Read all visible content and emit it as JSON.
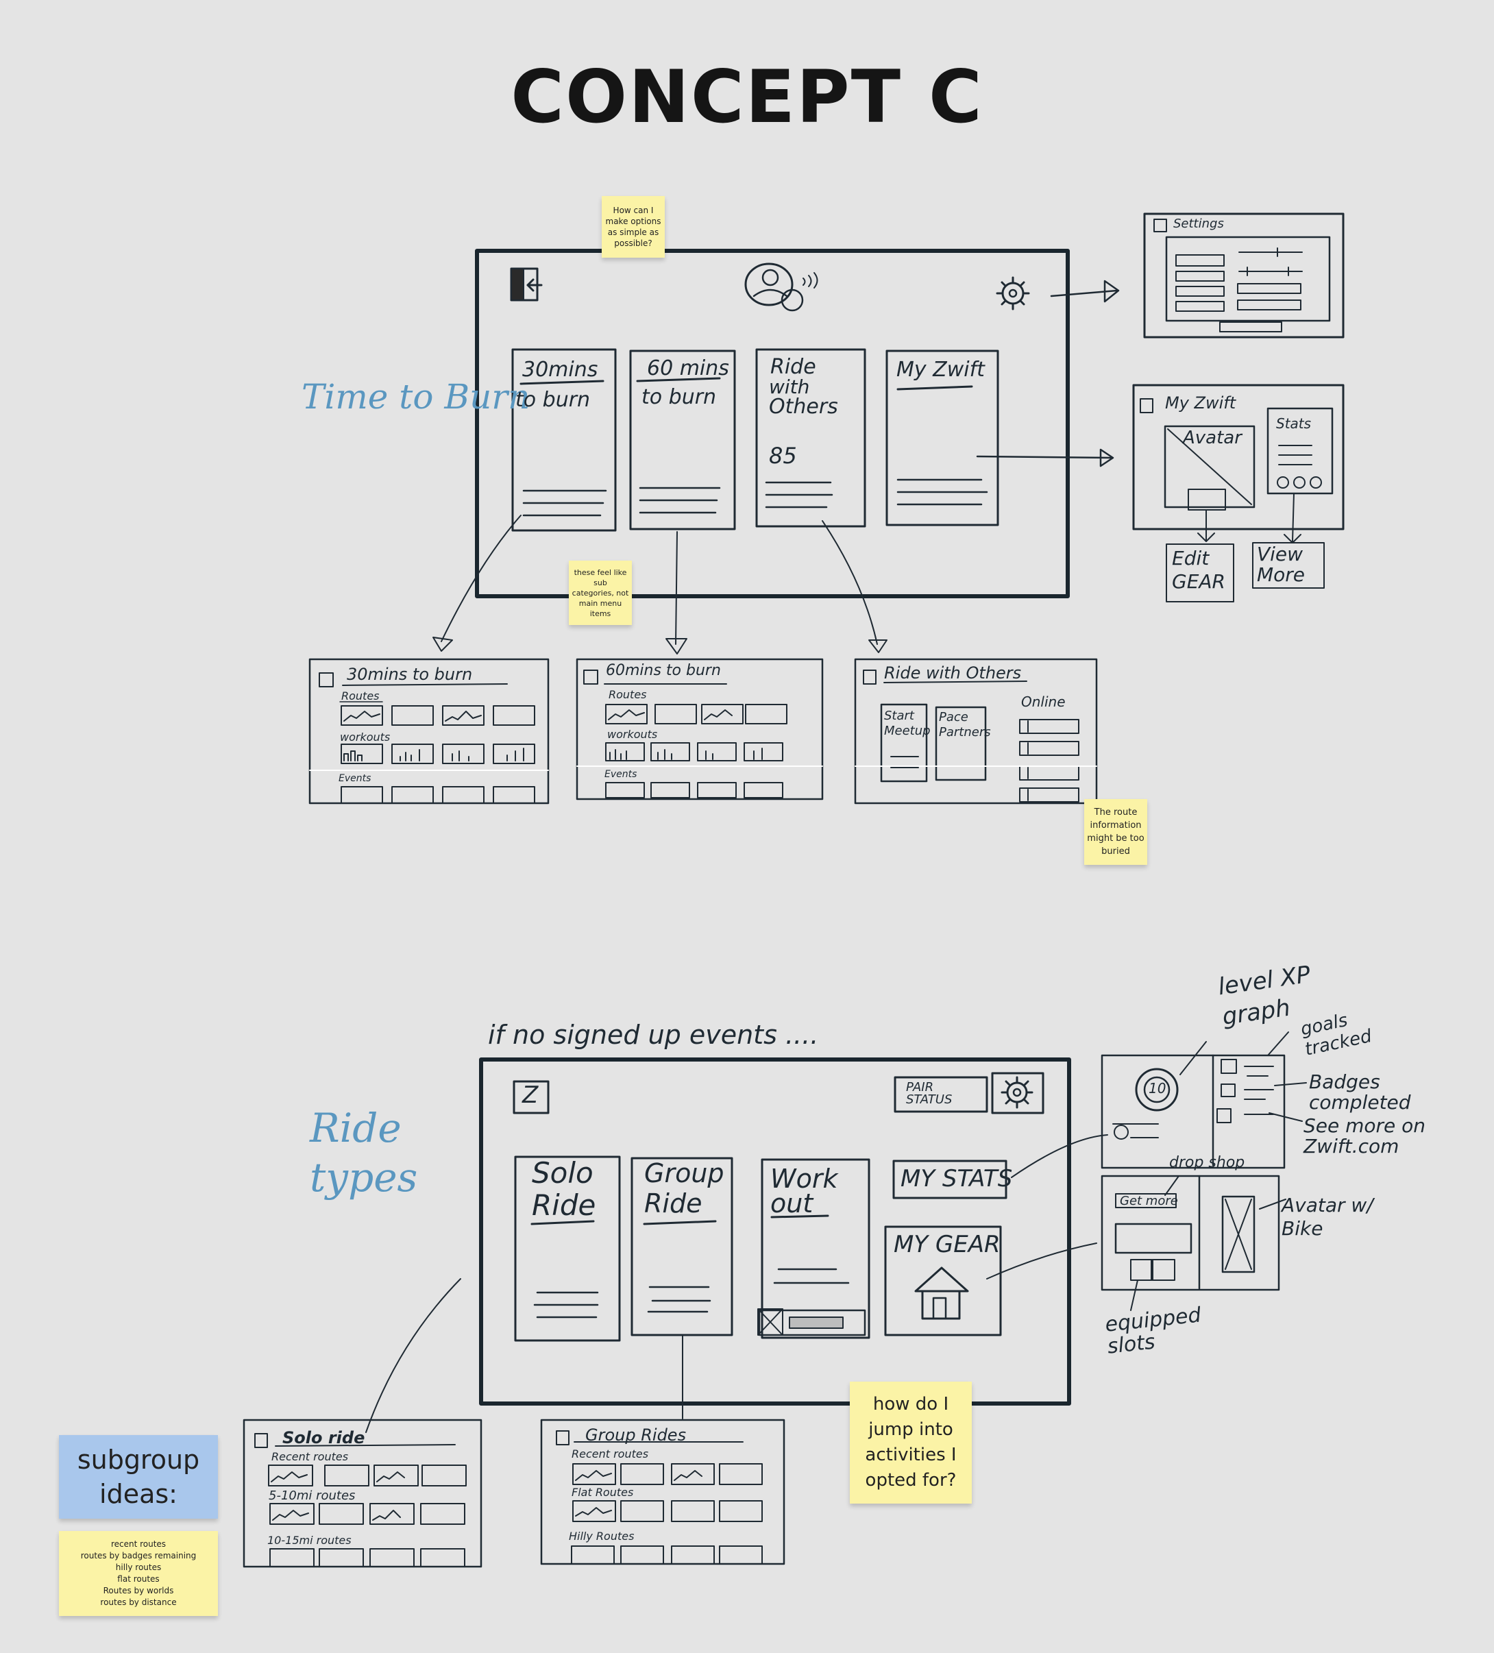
{
  "title": "CONCEPT C",
  "section_labels": {
    "top": "Time to Burn",
    "bottom": "Ride types"
  },
  "stickies": {
    "options": "How can I make options as simple as possible?",
    "subcategories": "these feel like sub categories, not main menu items",
    "route_info": "The route information might be too buried",
    "jump_into": "how do I jump into activities I opted for?",
    "subgroup_title": "subgroup ideas:",
    "subgroup_items": [
      "recent routes",
      "routes by badges remaining",
      "hilly routes",
      "flat routes",
      "Routes by worlds",
      "routes by distance"
    ]
  },
  "top_main": {
    "cards": [
      {
        "line1": "30mins",
        "line2": "to burn"
      },
      {
        "line1": "60 mins",
        "line2": "to burn"
      },
      {
        "line1": "Ride",
        "line2": "with",
        "line3": "Others",
        "count": "85"
      },
      {
        "line1": "My Zwift"
      }
    ]
  },
  "settings_panel": {
    "title": "Settings"
  },
  "myzwift_panel": {
    "title": "My Zwift",
    "avatar": "Avatar",
    "stats": "Stats",
    "edit": "Edit GEAR",
    "view": "View More"
  },
  "top_subs": [
    {
      "title": "30mins to burn",
      "rows": [
        "Routes",
        "workouts",
        "Events"
      ]
    },
    {
      "title": "60mins to burn",
      "rows": [
        "Routes",
        "workouts",
        "Events"
      ]
    },
    {
      "title": "Ride with Others",
      "online": "Online",
      "cards": [
        "Start Meetup",
        "Pace Partners"
      ]
    }
  ],
  "bottom_caption": "if no signed up events ....",
  "bottom_main": {
    "logo": "Z",
    "pair": "PAIR STATUS",
    "cards": [
      {
        "line1": "Solo",
        "line2": "Ride"
      },
      {
        "line1": "Group",
        "line2": "Ride"
      },
      {
        "line1": "Work",
        "line2": "out"
      }
    ],
    "stats": "MY STATS",
    "gear": "MY GEAR"
  },
  "annotations": {
    "level": "level XP graph",
    "goals": "goals tracked",
    "badges": "Badges completed",
    "seemore": "See more on Zwift.com",
    "dropshop": "drop shop",
    "getmore": "Get more",
    "avatar": "Avatar w/ Bike",
    "equipped": "equipped slots",
    "xp_number": "10"
  },
  "bottom_subs": [
    {
      "title": "Solo ride",
      "rows": [
        "Recent routes",
        "5-10mi routes",
        "10-15mi routes"
      ]
    },
    {
      "title": "Group Rides",
      "rows": [
        "Recent routes",
        "Flat Routes",
        "Hilly Routes"
      ]
    }
  ]
}
